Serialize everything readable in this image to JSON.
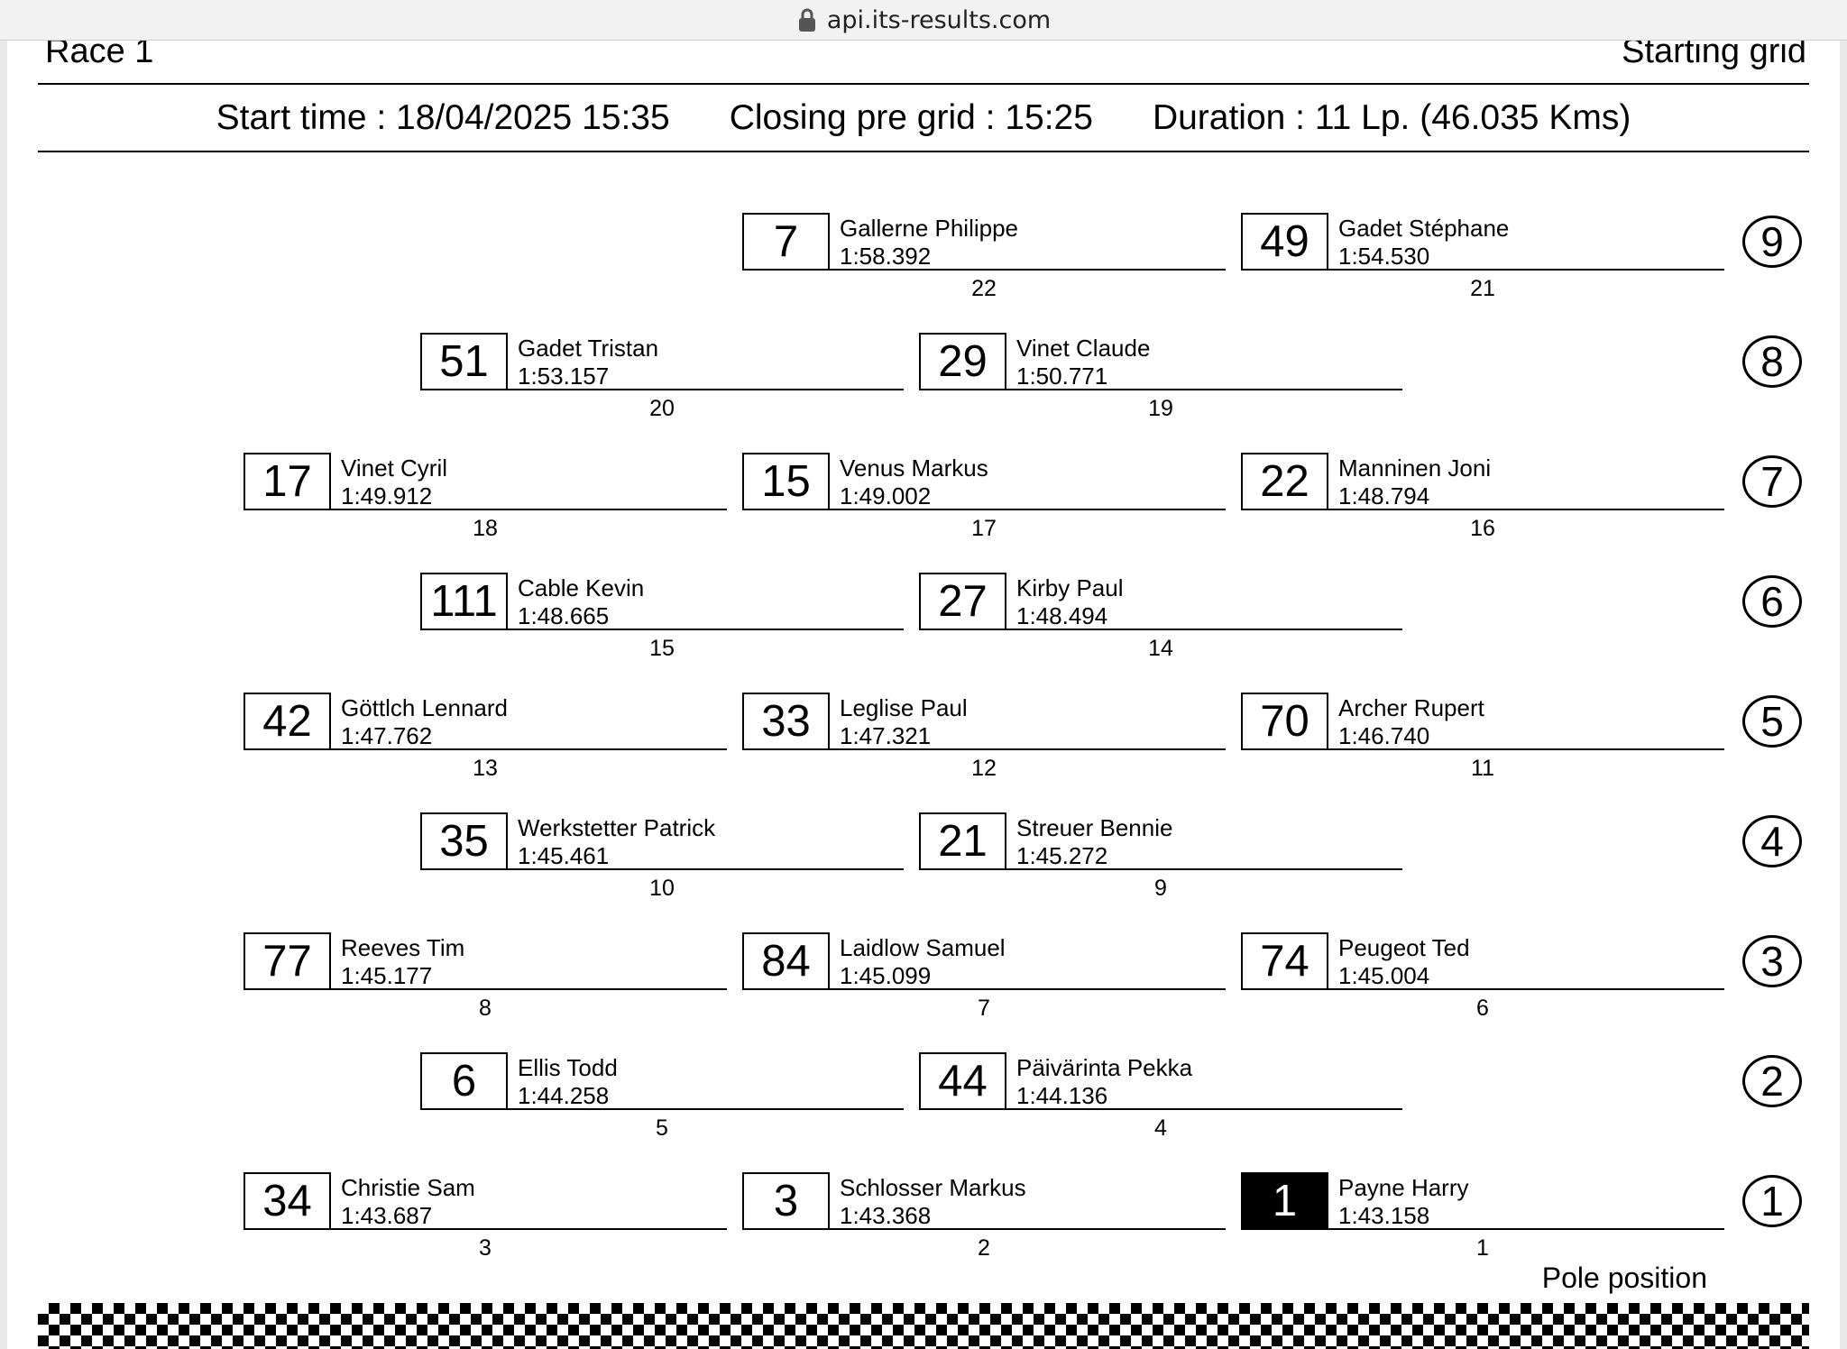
{
  "browser": {
    "url": "api.its-results.com"
  },
  "header": {
    "race": "Race 1",
    "doc_type": "Starting grid",
    "start_time": "Start time : 18/04/2025 15:35",
    "closing": "Closing pre grid : 15:25",
    "duration": "Duration : 11 Lp. (46.035 Kms)"
  },
  "rows": [
    {
      "row": "9",
      "slots": [
        {
          "num": "7",
          "name": "Gallerne Philippe",
          "time": "1:58.392",
          "pos": "22"
        },
        {
          "num": "49",
          "name": "Gadet Stéphane",
          "time": "1:54.530",
          "pos": "21"
        }
      ]
    },
    {
      "row": "8",
      "slots": [
        {
          "num": "51",
          "name": "Gadet Tristan",
          "time": "1:53.157",
          "pos": "20"
        },
        {
          "num": "29",
          "name": "Vinet Claude",
          "time": "1:50.771",
          "pos": "19"
        }
      ]
    },
    {
      "row": "7",
      "slots": [
        {
          "num": "17",
          "name": "Vinet Cyril",
          "time": "1:49.912",
          "pos": "18"
        },
        {
          "num": "15",
          "name": "Venus Markus",
          "time": "1:49.002",
          "pos": "17"
        },
        {
          "num": "22",
          "name": "Manninen Joni",
          "time": "1:48.794",
          "pos": "16"
        }
      ]
    },
    {
      "row": "6",
      "slots": [
        {
          "num": "111",
          "name": "Cable Kevin",
          "time": "1:48.665",
          "pos": "15"
        },
        {
          "num": "27",
          "name": "Kirby Paul",
          "time": "1:48.494",
          "pos": "14"
        }
      ]
    },
    {
      "row": "5",
      "slots": [
        {
          "num": "42",
          "name": "Göttlch Lennard",
          "time": "1:47.762",
          "pos": "13"
        },
        {
          "num": "33",
          "name": "Leglise Paul",
          "time": "1:47.321",
          "pos": "12"
        },
        {
          "num": "70",
          "name": "Archer Rupert",
          "time": "1:46.740",
          "pos": "11"
        }
      ]
    },
    {
      "row": "4",
      "slots": [
        {
          "num": "35",
          "name": "Werkstetter Patrick",
          "time": "1:45.461",
          "pos": "10"
        },
        {
          "num": "21",
          "name": "Streuer Bennie",
          "time": "1:45.272",
          "pos": "9"
        }
      ]
    },
    {
      "row": "3",
      "slots": [
        {
          "num": "77",
          "name": "Reeves Tim",
          "time": "1:45.177",
          "pos": "8"
        },
        {
          "num": "84",
          "name": "Laidlow Samuel",
          "time": "1:45.099",
          "pos": "7"
        },
        {
          "num": "74",
          "name": "Peugeot Ted",
          "time": "1:45.004",
          "pos": "6"
        }
      ]
    },
    {
      "row": "2",
      "slots": [
        {
          "num": "6",
          "name": "Ellis Todd",
          "time": "1:44.258",
          "pos": "5"
        },
        {
          "num": "44",
          "name": "Päivärinta Pekka",
          "time": "1:44.136",
          "pos": "4"
        }
      ]
    },
    {
      "row": "1",
      "slots": [
        {
          "num": "34",
          "name": "Christie Sam",
          "time": "1:43.687",
          "pos": "3"
        },
        {
          "num": "3",
          "name": "Schlosser Markus",
          "time": "1:43.368",
          "pos": "2"
        },
        {
          "num": "1",
          "name": "Payne Harry",
          "time": "1:43.158",
          "pos": "1",
          "pole": true
        }
      ]
    }
  ],
  "footer": {
    "pole_label": "Pole position"
  }
}
